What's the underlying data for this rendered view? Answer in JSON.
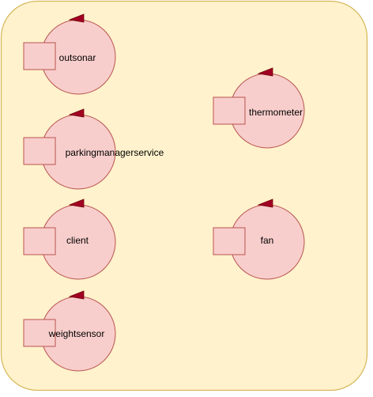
{
  "diagram": {
    "colors": {
      "container_fill": "#fff2cc",
      "container_stroke": "#d6b656",
      "node_fill": "#f8cecc",
      "node_stroke": "#b85450",
      "marker_fill": "#a20025",
      "text": "#000000"
    },
    "nodes": [
      {
        "id": "outsonar",
        "label": "outsonar"
      },
      {
        "id": "parkingmanagerservice",
        "label": "parkingmanagerservice"
      },
      {
        "id": "client",
        "label": "client"
      },
      {
        "id": "weightsensor",
        "label": "weightsensor"
      },
      {
        "id": "thermometer",
        "label": "thermometer"
      },
      {
        "id": "fan",
        "label": "fan"
      }
    ]
  }
}
